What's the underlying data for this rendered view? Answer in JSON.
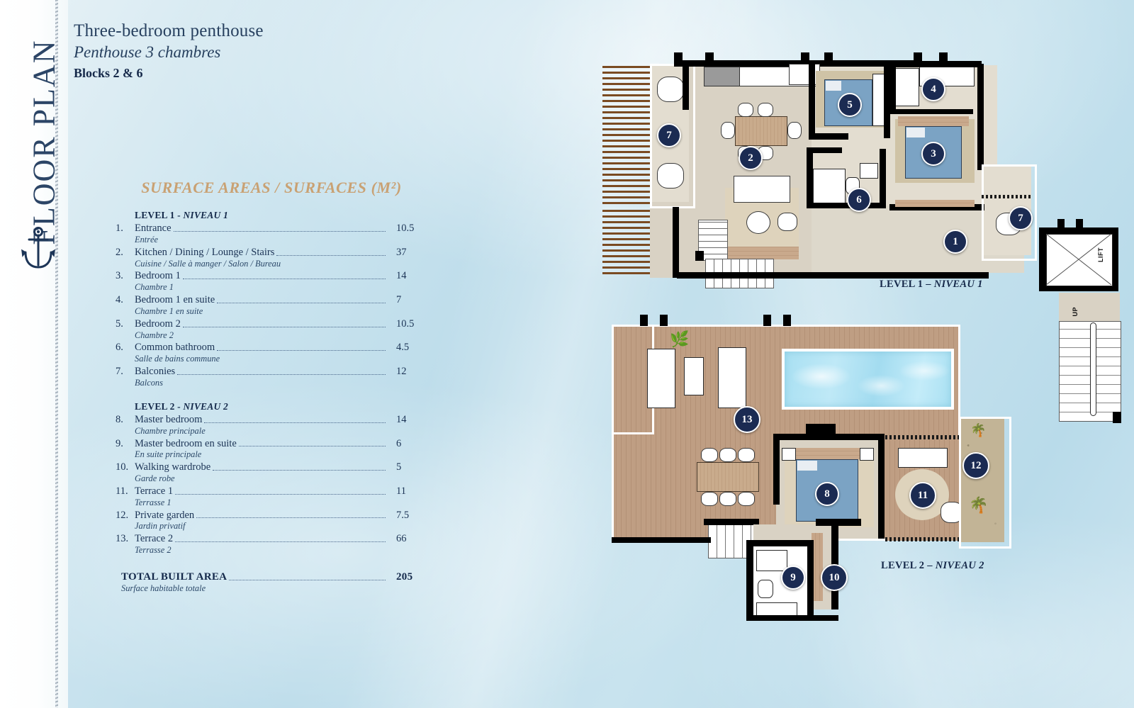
{
  "brand": {
    "side_label": "FLOOR PLAN",
    "anchor_icon": "anchor-icon"
  },
  "header": {
    "title": "Three-bedroom penthouse",
    "subtitle": "Penthouse 3 chambres",
    "blocks": "Blocks 2 & 6"
  },
  "areas": {
    "title": "SURFACE AREAS / SURFACES (M²)",
    "level1_heading_en": "LEVEL 1",
    "level1_heading_sep": " - ",
    "level1_heading_fr": "NIVEAU 1",
    "level2_heading_en": "LEVEL 2",
    "level2_heading_sep": " - ",
    "level2_heading_fr": "NIVEAU 2",
    "level1": [
      {
        "num": "1.",
        "en": "Entrance",
        "fr": "Entrée",
        "value": "10.5"
      },
      {
        "num": "2.",
        "en": "Kitchen / Dining / Lounge / Stairs",
        "fr": "Cuisine / Salle à manger / Salon / Bureau",
        "value": "37"
      },
      {
        "num": "3.",
        "en": "Bedroom 1",
        "fr": "Chambre 1",
        "value": "14"
      },
      {
        "num": "4.",
        "en": "Bedroom 1 en suite",
        "fr": "Chambre 1 en suite",
        "value": "7"
      },
      {
        "num": "5.",
        "en": "Bedroom 2",
        "fr": "Chambre 2",
        "value": "10.5"
      },
      {
        "num": "6.",
        "en": "Common bathroom",
        "fr": "Salle de bains commune",
        "value": "4.5"
      },
      {
        "num": "7.",
        "en": "Balconies",
        "fr": "Balcons",
        "value": "12"
      }
    ],
    "level2": [
      {
        "num": "8.",
        "en": "Master bedroom",
        "fr": "Chambre principale",
        "value": "14"
      },
      {
        "num": "9.",
        "en": "Master bedroom en suite",
        "fr": "En suite principale",
        "value": "6"
      },
      {
        "num": "10.",
        "en": "Walking wardrobe",
        "fr": "Garde robe",
        "value": "5"
      },
      {
        "num": "11.",
        "en": "Terrace 1",
        "fr": "Terrasse 1",
        "value": "11"
      },
      {
        "num": "12.",
        "en": "Private garden",
        "fr": "Jardin privatif",
        "value": "7.5"
      },
      {
        "num": "13.",
        "en": "Terrace 2",
        "fr": "Terrasse 2",
        "value": "66"
      }
    ],
    "total_label": "TOTAL BUILT AREA",
    "total_value": "205",
    "total_sub": "Surface habitable totale"
  },
  "plans": {
    "level1_label_en": "LEVEL 1",
    "level1_label_sep": " – ",
    "level1_label_fr": "NIVEAU 1",
    "level2_label_en": "LEVEL 2",
    "level2_label_sep": " – ",
    "level2_label_fr": "NIVEAU 2",
    "lift_label": "LIFT",
    "up_label": "UP",
    "markers_level1": [
      {
        "id": "1",
        "room": "Entrance"
      },
      {
        "id": "2",
        "room": "Kitchen / Dining / Lounge / Stairs"
      },
      {
        "id": "3",
        "room": "Bedroom 1"
      },
      {
        "id": "4",
        "room": "Bedroom 1 en suite"
      },
      {
        "id": "5",
        "room": "Bedroom 2"
      },
      {
        "id": "6",
        "room": "Common bathroom"
      },
      {
        "id": "7",
        "room": "Balconies"
      },
      {
        "id": "7b",
        "label": "7",
        "room": "Balconies"
      }
    ],
    "markers_level2": [
      {
        "id": "8",
        "room": "Master bedroom"
      },
      {
        "id": "9",
        "room": "Master bedroom en suite"
      },
      {
        "id": "10",
        "room": "Walking wardrobe"
      },
      {
        "id": "11",
        "room": "Terrace 1"
      },
      {
        "id": "12",
        "room": "Private garden"
      },
      {
        "id": "13",
        "room": "Terrace 2"
      }
    ]
  },
  "colors": {
    "navy": "#1b2b52",
    "accent_bronze": "#c9a173",
    "sky": "#bcdcea",
    "floor": "#d9d2c4",
    "deck_wood": "#bf9e83",
    "pool_water": "#a9e0f2",
    "bed_blue": "#7ba3c4"
  }
}
